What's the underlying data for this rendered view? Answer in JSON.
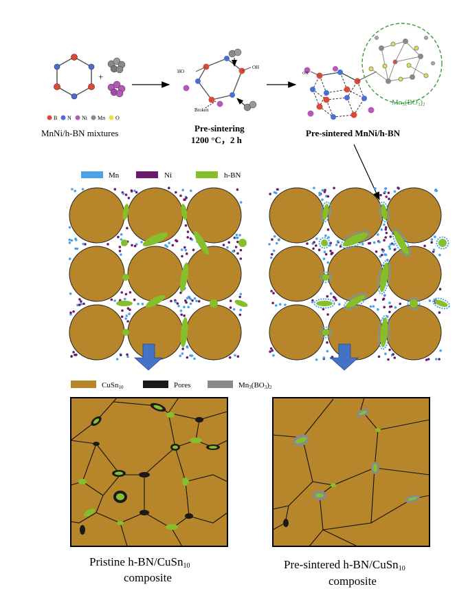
{
  "top": {
    "legend": {
      "b": "B",
      "n": "N",
      "ni": "Ni",
      "mn": "Mn",
      "o": "O",
      "colors": {
        "b": "#d94a3a",
        "n": "#4a6fd0",
        "ni": "#b25ab8",
        "mn": "#8a8a8a",
        "o": "#e8e04a"
      }
    },
    "stage1_label": "MnNi/h-BN mixtures",
    "stage2_label_1": "Pre-sintering",
    "stage2_label_2": "1200 °C，2 h",
    "stage3_label": "Pre-sintered MnNi/h-BN",
    "oh_label": "OH",
    "ho_label": "HO",
    "broken_label": "Broken",
    "plus": "+",
    "mn3bo3_label_main": "Mn",
    "mn3bo3_label_sub1": "3",
    "mn3bo3_label_mid": "(BO",
    "mn3bo3_label_sub2": "3",
    "mn3bo3_label_end": ")",
    "mn3bo3_label_sub3": "2"
  },
  "middle_legend": {
    "mn": "Mn",
    "ni": "Ni",
    "hbn": "h-BN",
    "colors": {
      "mn": "#4aa3e8",
      "ni": "#6b1a6b",
      "hbn": "#86bf2c"
    }
  },
  "bottom_legend": {
    "cusn_main": "CuSn",
    "cusn_sub": "10",
    "pores": "Pores",
    "mnbo_main": "Mn",
    "mnbo_sub1": "3",
    "mnbo_mid": "(BO",
    "mnbo_sub2": "3",
    "mnbo_end": ")",
    "mnbo_sub3": "2",
    "colors": {
      "cusn": "#b8862a",
      "pores": "#1a1a1a",
      "mnbo": "#8a8a8a"
    }
  },
  "captions": {
    "left_line1_main": "Pristine h-BN/CuSn",
    "left_line1_sub": "10",
    "left_line2": "composite",
    "right_line1_main": "Pre-sintered h-BN/CuSn",
    "right_line1_sub": "10",
    "right_line2": "composite"
  },
  "colors": {
    "grain": "#b8862a",
    "grain_stroke": "#222222",
    "hbn": "#86bf2c",
    "mn": "#4aa3e8",
    "ni": "#6b1a6b",
    "arrow_blue": "#4472c4",
    "dashed_green": "#3a9a3a"
  }
}
